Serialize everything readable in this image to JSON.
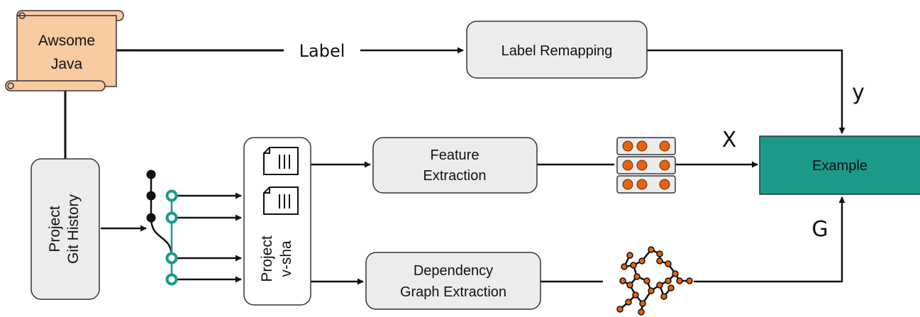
{
  "nodes": {
    "source": {
      "line1": "Awsome",
      "line2": "Java"
    },
    "git_history": {
      "line1": "Project",
      "line2": "Git History"
    },
    "snapshot": {
      "line1": "Project",
      "line2": "v-sha"
    },
    "label_remapping": {
      "text": "Label Remapping"
    },
    "feature_extraction": {
      "line1": "Feature",
      "line2": "Extraction"
    },
    "dependency_extraction": {
      "line1": "Dependency",
      "line2": "Graph Extraction"
    },
    "example": {
      "text": "Example"
    }
  },
  "edges": {
    "label": "Label",
    "y": "y",
    "x": "X",
    "g": "G"
  },
  "icons": {
    "scroll": "scroll-icon",
    "commit_graph": "git-commit-graph-icon",
    "file": "file-icon",
    "feature_matrix": "feature-matrix-icon",
    "dependency_graph": "graph-icon"
  },
  "colors": {
    "scroll_fill": "#f8cba0",
    "box_fill": "#ececec",
    "example_fill": "#1b9a8a",
    "commit_accent": "#1b9a8a",
    "feature_dot": "#e8620f",
    "graph_node": "#e8620f"
  }
}
